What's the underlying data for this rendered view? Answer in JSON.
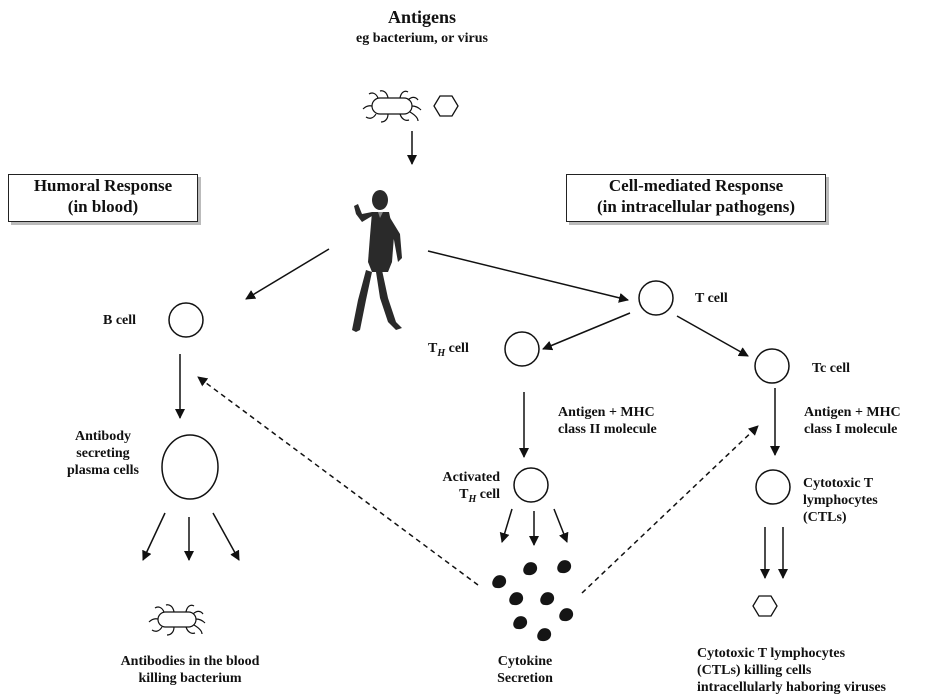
{
  "antigens": {
    "title": "Antigens",
    "subtitle": "eg bacterium, or virus"
  },
  "humoral_box": {
    "line1": "Humoral Response",
    "line2": "(in blood)"
  },
  "cell_mediated_box": {
    "line1": "Cell-mediated Response",
    "line2": "(in intracellular pathogens)"
  },
  "labels": {
    "b_cell": "B cell",
    "t_cell": "T cell",
    "th_cell_main": "T",
    "th_cell_sub": "H",
    "th_cell_rest": " cell",
    "tc_cell": "Tc cell",
    "plasma_1": "Antibody",
    "plasma_2": "secreting",
    "plasma_3": "plasma cells",
    "mhc2_1": "Antigen + MHC",
    "mhc2_2": "class II molecule",
    "mhc1_1": "Antigen + MHC",
    "mhc1_2": "class I molecule",
    "activated_1": "Activated",
    "activated_2_main": "T",
    "activated_2_sub": "H",
    "activated_2_rest": " cell",
    "ctl_1": "Cytotoxic T",
    "ctl_2": "lymphocytes",
    "ctl_3": "(CTLs)"
  },
  "captions": {
    "antibodies_1": "Antibodies in the blood",
    "antibodies_2": "killing bacterium",
    "cytokine_1": "Cytokine",
    "cytokine_2": "Secretion",
    "ctl_kill_1": "Cytotoxic T lymphocytes",
    "ctl_kill_2": "(CTLs) killing cells",
    "ctl_kill_3": "intracellularly haboring viruses"
  },
  "icons": [
    "bacterium-icon",
    "virus-hexagon-icon",
    "human-figure-icon",
    "cytokine-blob-icon"
  ]
}
